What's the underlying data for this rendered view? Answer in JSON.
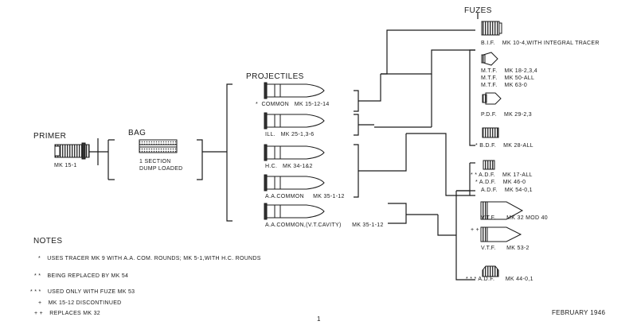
{
  "headings": {
    "primer": "PRIMER",
    "bag": "BAG",
    "projectiles": "PROJECTILES",
    "fuzes": "FUZES",
    "notes": "NOTES"
  },
  "primer": {
    "label": "MK 15-1"
  },
  "bag": {
    "label_line1": "1 SECTION",
    "label_line2": "DUMP LOADED"
  },
  "projectiles": [
    {
      "mark": "*",
      "name": "COMMON",
      "mk": "MK 15-12-14"
    },
    {
      "mark": "",
      "name": "ILL.",
      "mk": "MK 25-1,3-6"
    },
    {
      "mark": "",
      "name": "H.C.",
      "mk": "MK 34-1&2"
    },
    {
      "mark": "",
      "name": "A.A.COMMON",
      "mk": "MK 35-1-12"
    },
    {
      "mark": "",
      "name": "A.A.COMMON,(V.T.CAVITY)",
      "mk": "MK 35-1-12"
    }
  ],
  "fuzes": {
    "bif": {
      "type": "B.I.F.",
      "mk": "MK 10-4,WITH INTEGRAL TRACER"
    },
    "mtf": [
      {
        "type": "M.T.F.",
        "mk": "MK 18-2,3,4"
      },
      {
        "type": "M.T.F.",
        "mk": "MK 50-ALL"
      },
      {
        "type": "M.T.F.",
        "mk": "MK 63-0"
      }
    ],
    "pdf": {
      "type": "P.D.F.",
      "mk": "MK 29-2,3"
    },
    "bdf": {
      "mark": "*",
      "type": "B.D.F.",
      "mk": "MK 28-ALL"
    },
    "adf": [
      {
        "mark": "* *",
        "type": "A.D.F.",
        "mk": "MK 17-ALL"
      },
      {
        "mark": "*",
        "type": "A.D.F.",
        "mk": "MK 46-0"
      },
      {
        "mark": "",
        "type": "A.D.F.",
        "mk": "MK 54-0,1"
      }
    ],
    "vtf1": {
      "type": "V.T.F.",
      "mk": "MK 32 MOD 40"
    },
    "vtf2_mark": "+ +",
    "vtf2": {
      "type": "V.T.F.",
      "mk": "MK 53-2"
    },
    "adf_last": {
      "mark": "* * *",
      "type": "A.D.F.",
      "mk": "MK 44-0,1"
    }
  },
  "notes": [
    {
      "mark": "*",
      "text": "USES TRACER MK 9 WITH A.A. COM. ROUNDS; MK 5-1,WITH H.C. ROUNDS"
    },
    {
      "mark": "* *",
      "text": "BEING REPLACED BY MK 54"
    },
    {
      "mark": "* * *",
      "text": "USED ONLY WITH FUZE MK 53"
    },
    {
      "mark": "+",
      "text": "MK 15-12 DISCONTINUED"
    },
    {
      "mark": "+ +",
      "text": "REPLACES MK 32"
    }
  ],
  "footer": {
    "date": "FEBRUARY 1946",
    "page": "1"
  }
}
